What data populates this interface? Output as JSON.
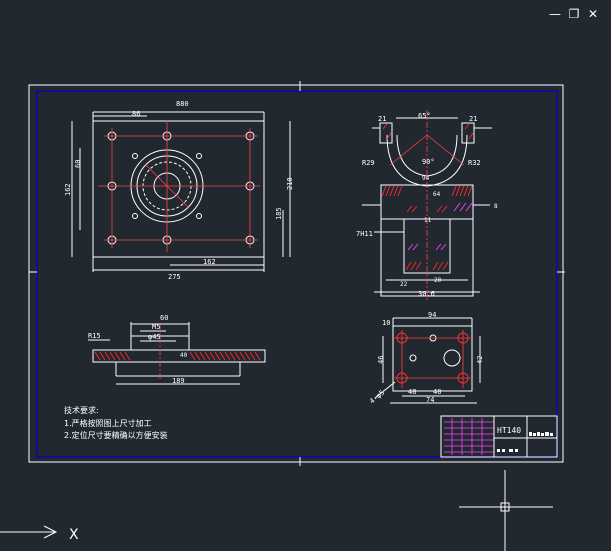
{
  "window_controls": {
    "minimize_glyph": "—",
    "restore_glyph": "❐",
    "close_glyph": "✕"
  },
  "drawing": {
    "tech_requirements": {
      "heading": "技术要求:",
      "items": [
        "1.严格按照图上尺寸加工",
        "2.定位尺寸要精确以方便安装"
      ]
    },
    "title_block": {
      "material": "HT140"
    },
    "top_view_dims": {
      "overall_width": "880",
      "left_hole_offset": "86",
      "base_width": "275",
      "hole_spacing": "162",
      "height_left": "162",
      "height_right": "210",
      "inner_height": "185",
      "small_dim": "60"
    },
    "section_view_dims": {
      "top_width": "60",
      "bore_depth": "M5",
      "diameter": "φ45",
      "left_radius": "R15",
      "overall_width": "189",
      "offset": "40"
    },
    "side_view_dims": {
      "angle_top": "65°",
      "left_offset": "21",
      "right_offset": "21",
      "radius_left": "R29",
      "radius_right": "R32",
      "angle_inner": "90°",
      "dim_94": "94",
      "dim_64": "64",
      "dim_8": "8",
      "depth_left": "7H11",
      "dim_11": "11",
      "dim_20": "20",
      "dim_22": "22",
      "bottom_width": "30.6"
    },
    "bottom_view_dims": {
      "width_94": "94",
      "left_10": "10",
      "height_46": "46",
      "height_42": "42",
      "spacing_48": "48",
      "spacing_40": "40",
      "overall_74": "74",
      "hole_note": "4-φ5"
    }
  },
  "model_space_ucs": {
    "x_label": "X"
  },
  "colors": {
    "background": "#212830",
    "border_blue": "#0a0aa8",
    "line_white": "#ffffff",
    "hatch_red": "#ff2a2a",
    "hatch_magenta": "#ff40ff",
    "center_red": "#ff4040"
  }
}
